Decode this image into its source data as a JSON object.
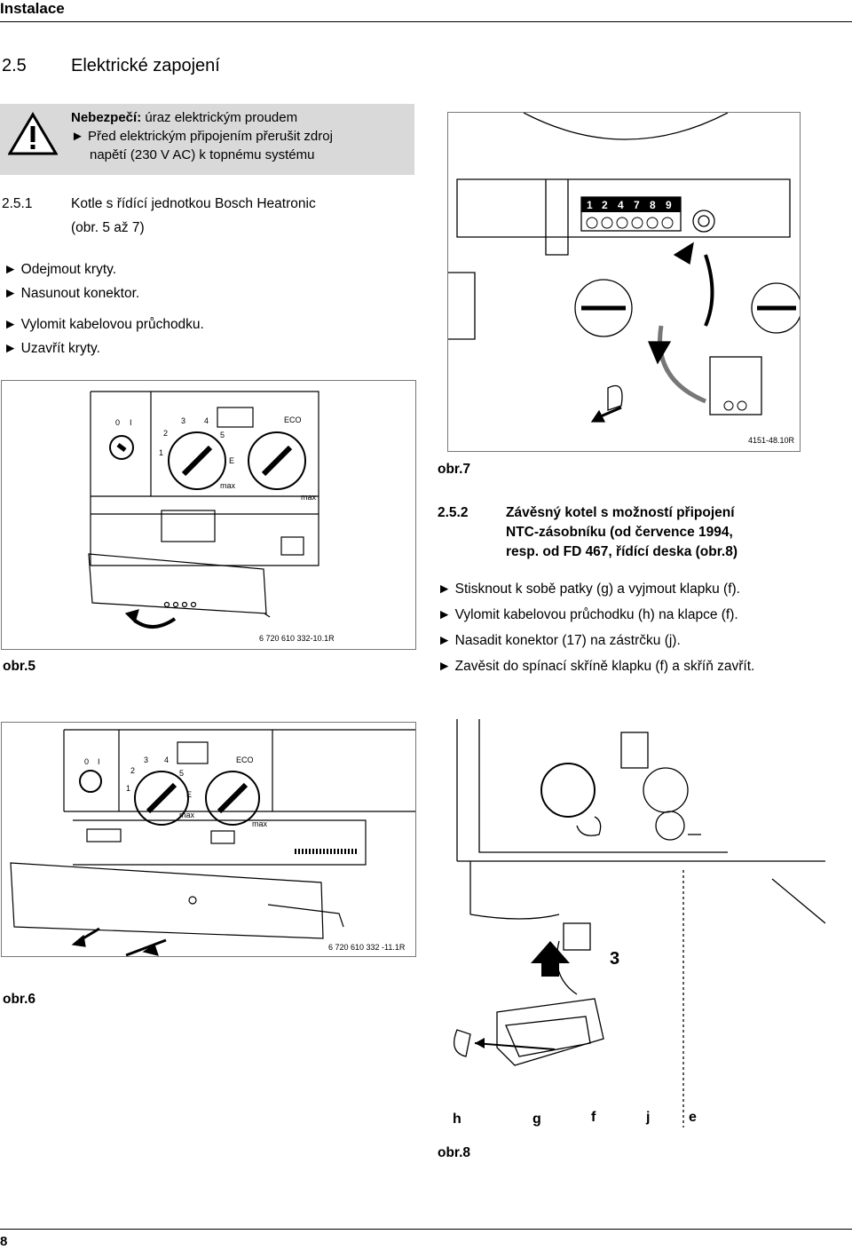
{
  "header": {
    "title": "Instalace"
  },
  "section": {
    "number": "2.5",
    "title": "Elektrické zapojení"
  },
  "warning": {
    "label": "Nebezpečí:",
    "text": " úraz elektrickým proudem",
    "line2": "► Před elektrickým připojením přerušit zdroj",
    "line3": "napětí (230 V AC) k topnému systému"
  },
  "subsection1": {
    "number": "2.5.1",
    "line1": "Kotle s řídící jednotkou Bosch Heatronic",
    "line2": "(obr. 5 až 7)"
  },
  "steps1": [
    "► Odejmout kryty.",
    "► Nasunout konektor.",
    "► Vylomit kabelovou průchodku.",
    "► Uzavřít kryty."
  ],
  "figures": {
    "fig5": {
      "caption": "obr.5",
      "code": "6 720 610 332-10.1R",
      "labels": [
        "0",
        "I",
        "1",
        "2",
        "3",
        "4",
        "5",
        "E",
        "max",
        "max",
        "ECO"
      ]
    },
    "fig6": {
      "caption": "obr.6",
      "code": "6 720 610 332 -11.1R",
      "labels": [
        "0",
        "I",
        "1",
        "2",
        "3",
        "4",
        "5",
        "E",
        "max",
        "max",
        "ECO"
      ]
    },
    "fig7": {
      "caption": "obr.7",
      "code": "4151-48.10R",
      "terminals": [
        "1",
        "2",
        "4",
        "7",
        "8",
        "9"
      ]
    },
    "fig8": {
      "caption": "obr.8",
      "number_label": "3",
      "letters": [
        "h",
        "g",
        "f",
        "j",
        "e"
      ]
    }
  },
  "subsection2": {
    "number": "2.5.2",
    "line1": "Závěsný kotel s možností připojení",
    "line2": "NTC-zásobníku (od července 1994,",
    "line3": "resp. od FD 467, řídící deska (obr.8)"
  },
  "steps2": [
    "► Stisknout k sobě patky (g) a vyjmout klapku (f).",
    "► Vylomit kabelovou průchodku (h) na klapce (f).",
    "► Nasadit konektor (17) na zástrčku (j).",
    "► Zavěsit do spínací skříně klapku (f) a skříň zavřít."
  ],
  "footer": {
    "page_number": "8"
  }
}
